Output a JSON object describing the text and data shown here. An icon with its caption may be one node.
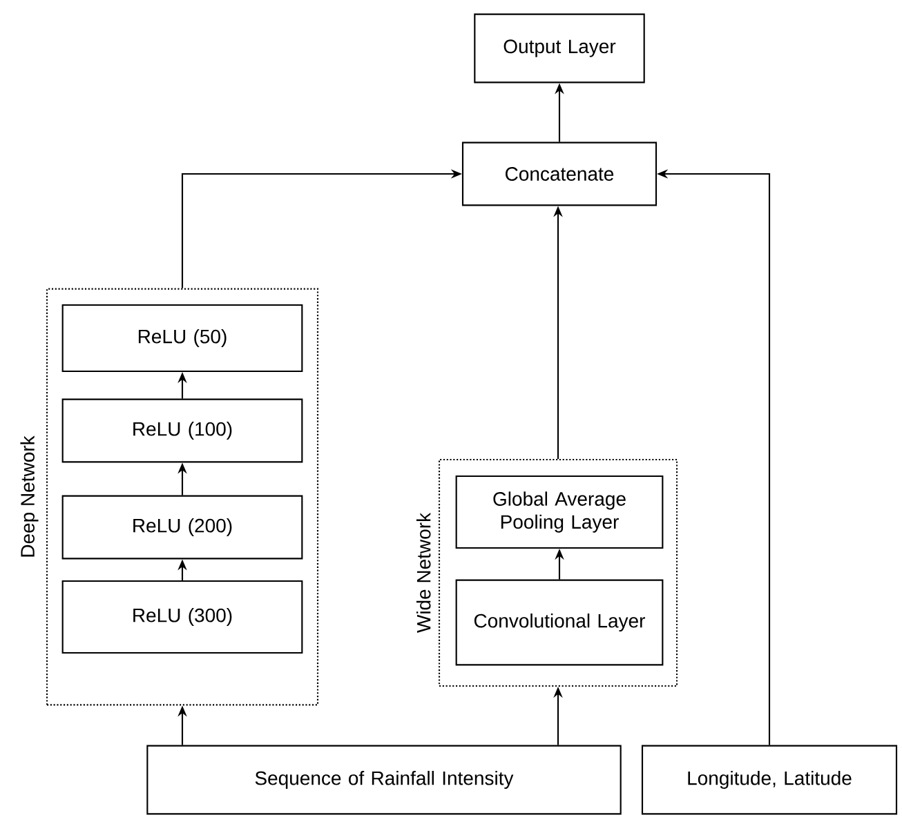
{
  "diagram": {
    "nodes": [
      {
        "text": [
          "Output Layer"
        ]
      },
      {
        "text": [
          "Concatenate"
        ]
      },
      {
        "text": [
          "Deep Network"
        ]
      },
      {
        "text": [
          "ReLU (50)"
        ],
        "in": 2
      },
      {
        "text": [
          "ReLU (100)"
        ],
        "in": 2
      },
      {
        "text": [
          "ReLU (200)"
        ],
        "in": 2
      },
      {
        "text": [
          "ReLU (300)"
        ],
        "in": 2
      },
      {
        "text": [
          "Wide Network"
        ]
      },
      {
        "text": [
          "Global Average Pooling Layer"
        ],
        "in": 7
      },
      {
        "text": [
          "Convolutional Layer"
        ],
        "in": 7
      },
      {
        "text": [
          "Sequence of Rainfall Intensity"
        ]
      },
      {
        "text": [
          "Longitude, Latitude"
        ]
      }
    ],
    "edges": [
      {
        "from": 1,
        "to": 0,
        "arrow": "to"
      },
      {
        "from": 2,
        "to": 1,
        "arrow": "to"
      },
      {
        "from": 7,
        "to": 1,
        "arrow": "to"
      },
      {
        "from": 11,
        "to": 1,
        "arrow": "to"
      },
      {
        "from": 6,
        "to": 5,
        "arrow": "to"
      },
      {
        "from": 5,
        "to": 4,
        "arrow": "to"
      },
      {
        "from": 4,
        "to": 3,
        "arrow": "to"
      },
      {
        "from": 9,
        "to": 8,
        "arrow": "to"
      },
      {
        "from": 10,
        "to": 2,
        "arrow": "to"
      },
      {
        "from": 10,
        "to": 7,
        "arrow": "to"
      }
    ]
  }
}
